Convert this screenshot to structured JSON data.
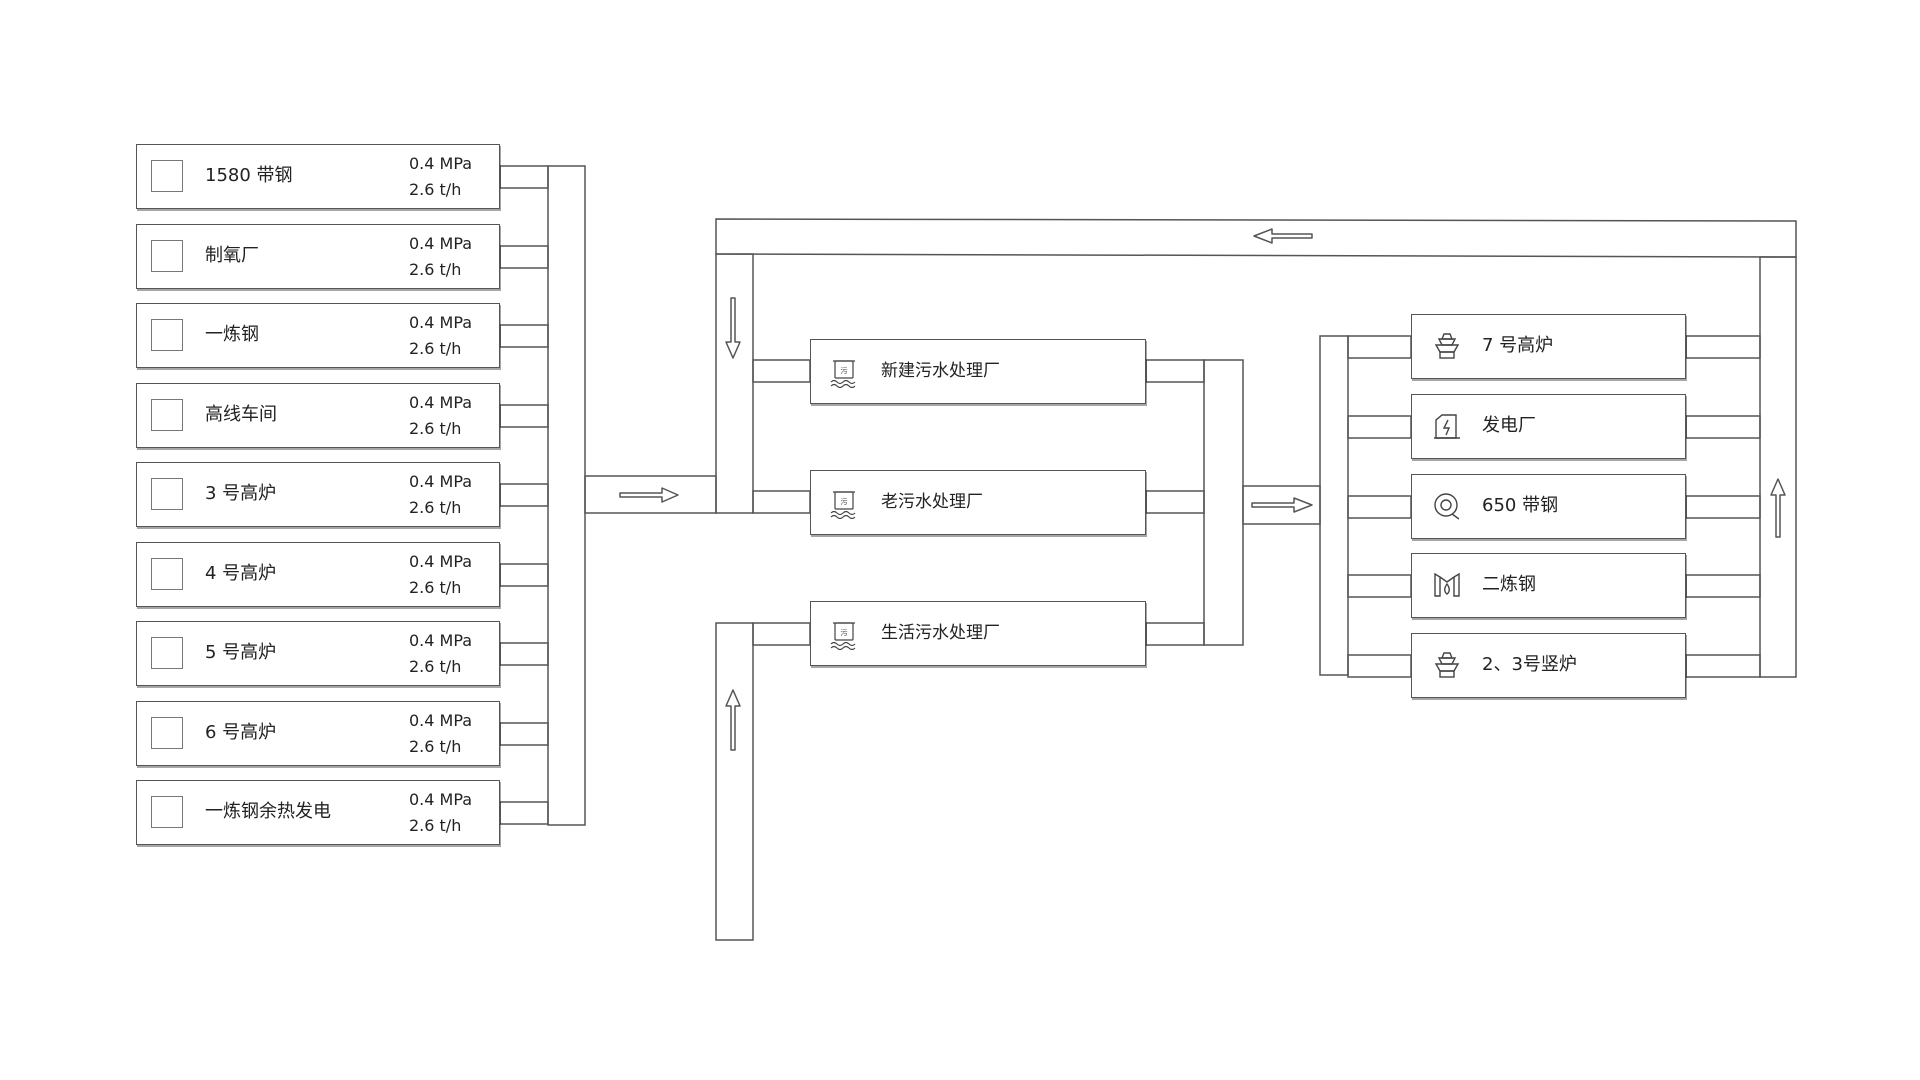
{
  "sources": [
    {
      "name": "1580 带钢",
      "pressure": "0.4 MPa",
      "flow": "2.6 t/h"
    },
    {
      "name": "制氧厂",
      "pressure": "0.4 MPa",
      "flow": "2.6 t/h"
    },
    {
      "name": "一炼钢",
      "pressure": "0.4 MPa",
      "flow": "2.6 t/h"
    },
    {
      "name": "高线车间",
      "pressure": "0.4 MPa",
      "flow": "2.6 t/h"
    },
    {
      "name": "3 号高炉",
      "pressure": "0.4 MPa",
      "flow": "2.6 t/h"
    },
    {
      "name": "4 号高炉",
      "pressure": "0.4 MPa",
      "flow": "2.6 t/h"
    },
    {
      "name": "5 号高炉",
      "pressure": "0.4 MPa",
      "flow": "2.6 t/h"
    },
    {
      "name": "6 号高炉",
      "pressure": "0.4 MPa",
      "flow": "2.6 t/h"
    },
    {
      "name": "一炼钢余热发电",
      "pressure": "0.4 MPa",
      "flow": "2.6 t/h"
    }
  ],
  "plants": [
    {
      "name": "新建污水处理厂",
      "icon": "wastewater-tank-icon",
      "icon_text": "污"
    },
    {
      "name": "老污水处理厂",
      "icon": "wastewater-tank-icon",
      "icon_text": "污"
    },
    {
      "name": "生活污水处理厂",
      "icon": "wastewater-tank-icon",
      "icon_text": "污"
    }
  ],
  "consumers": [
    {
      "name": "7 号高炉",
      "icon": "blast-furnace-icon"
    },
    {
      "name": "发电厂",
      "icon": "power-plant-icon"
    },
    {
      "name": "650 带钢",
      "icon": "steel-coil-icon"
    },
    {
      "name": "二炼钢",
      "icon": "steelmaking-icon"
    },
    {
      "name": "2、3号竖炉",
      "icon": "shaft-furnace-icon"
    }
  ],
  "colors": {
    "line": "#555555",
    "text": "#222222",
    "background": "#ffffff"
  }
}
